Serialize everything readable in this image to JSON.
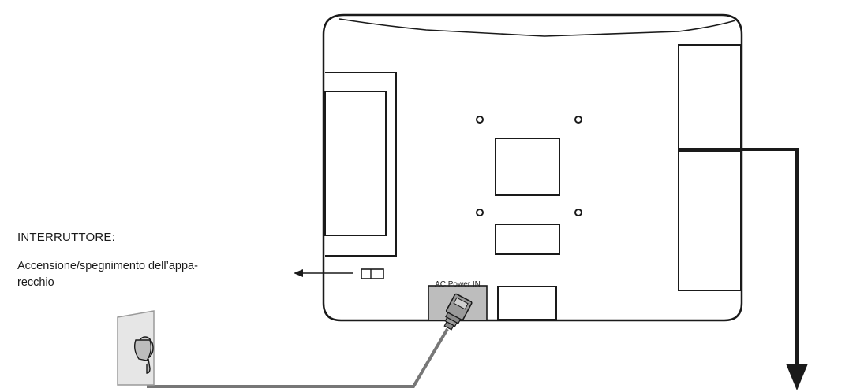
{
  "diagram": {
    "switch_label": {
      "title": "INTERRUTTORE:",
      "description": "Accensione/spegnimento dell’appa-\nrecchio"
    },
    "ac_port_label": "AC Power IN",
    "colors": {
      "outline": "#1a1a1a",
      "cable": "#777777",
      "port_fill": "#bdbdbd",
      "wall_plate": "#e6e6e6"
    },
    "icons": [
      "wall-socket-icon",
      "power-plug-icon",
      "arrow-left-icon",
      "arrow-down-icon"
    ]
  }
}
